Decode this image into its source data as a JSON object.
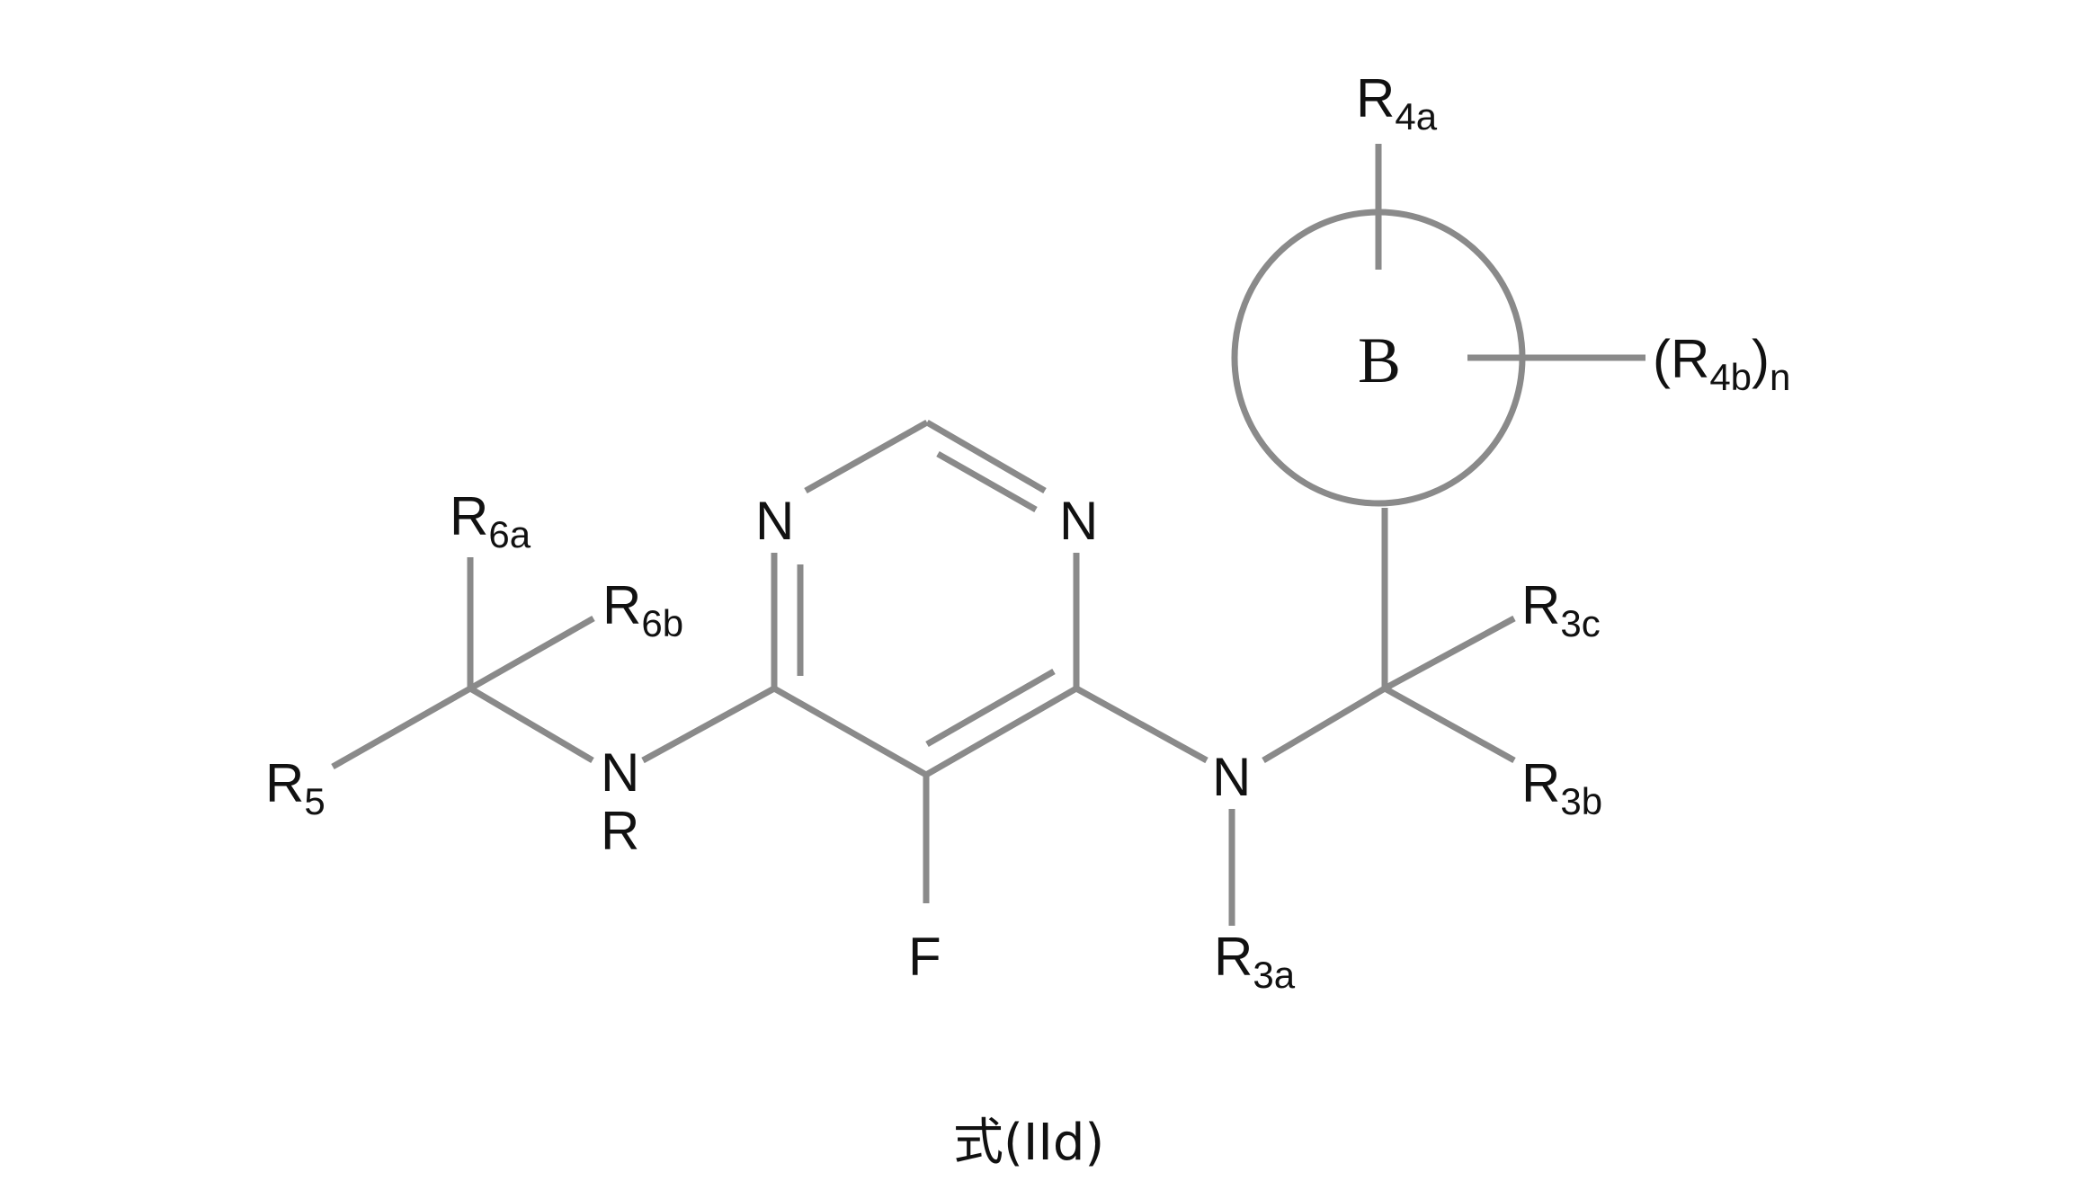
{
  "figure": {
    "caption": "式(IId)",
    "ring_label": "B",
    "atoms": {
      "n_left": "N",
      "n_right": "N",
      "n_amine_left": "N",
      "r_on_n": "R",
      "n_amine_right": "N",
      "fluorine": "F"
    },
    "substituents": {
      "r6a": {
        "base": "R",
        "sub": "6a"
      },
      "r6b": {
        "base": "R",
        "sub": "6b"
      },
      "r5": {
        "base": "R",
        "sub": "5"
      },
      "r3a": {
        "base": "R",
        "sub": "3a"
      },
      "r3b": {
        "base": "R",
        "sub": "3b"
      },
      "r3c": {
        "base": "R",
        "sub": "3c"
      },
      "r4a": {
        "base": "R",
        "sub": "4a"
      },
      "r4b": {
        "open": "(R",
        "sub": "4b",
        "close": ")",
        "n": "n"
      }
    }
  }
}
